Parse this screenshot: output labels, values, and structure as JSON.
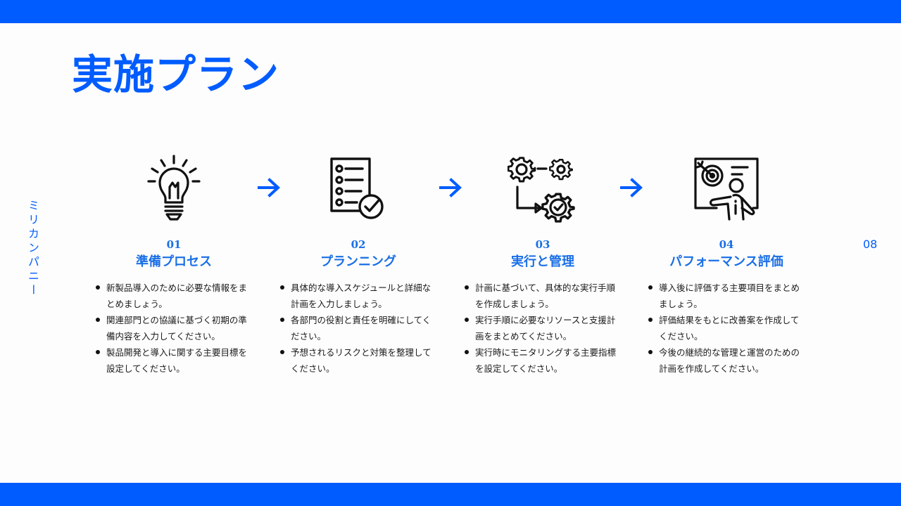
{
  "slide": {
    "title": "実施プラン",
    "brand": "ミリカンパニー",
    "page_number": "08",
    "accent_color": "#005cff",
    "heading_color": "#1a6fe6"
  },
  "steps": [
    {
      "number": "01",
      "title": "準備プロセス",
      "icon": "lightbulb-icon",
      "bullets": [
        "新製品導入のために必要な情報をまとめましょう。",
        "関連部門との協議に基づく初期の準備内容を入力してください。",
        "製品開発と導入に関する主要目標を設定してください。"
      ]
    },
    {
      "number": "02",
      "title": "プランニング",
      "icon": "checklist-icon",
      "bullets": [
        "具体的な導入スケジュールと詳細な計画を入力しましょう。",
        "各部門の役割と責任を明確にしてください。",
        "予想されるリスクと対策を整理してください。"
      ]
    },
    {
      "number": "03",
      "title": "実行と管理",
      "icon": "gears-process-icon",
      "bullets": [
        "計画に基づいて、具体的な実行手順を作成しましょう。",
        "実行手順に必要なリソースと支援計画をまとめてください。",
        "実行時にモニタリングする主要指標を設定してください。"
      ]
    },
    {
      "number": "04",
      "title": "パフォーマンス評価",
      "icon": "presentation-target-icon",
      "bullets": [
        "導入後に評価する主要項目をまとめましょう。",
        "評価結果をもとに改善案を作成してください。",
        "今後の継続的な管理と運営のための計画を作成してください。"
      ]
    }
  ],
  "arrows": [
    "arrow-right-icon",
    "arrow-right-icon",
    "arrow-right-icon"
  ]
}
